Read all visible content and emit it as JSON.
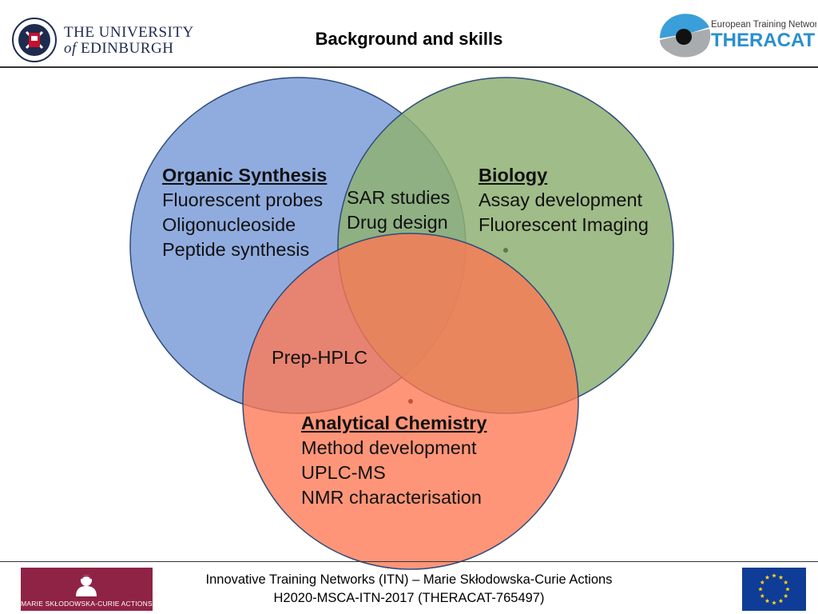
{
  "header": {
    "title": "Background and skills",
    "university_line1": "THE UNIVERSITY",
    "university_line2_of": "of",
    "university_line2": "EDINBURGH",
    "theracat_top": "European Training Network",
    "theracat_name": "THERACAT"
  },
  "venn": {
    "organic": {
      "heading": "Organic Synthesis",
      "items": [
        "Fluorescent probes",
        "Oligonucleoside",
        "Peptide synthesis"
      ],
      "color": "#7d9ed9"
    },
    "biology": {
      "heading": "Biology",
      "items": [
        "Assay development",
        "Fluorescent Imaging"
      ],
      "color": "#8fb073"
    },
    "analytical": {
      "heading": "Analytical Chemistry",
      "items": [
        "Method development",
        "UPLC-MS",
        "NMR characterisation"
      ],
      "color": "#ff7752"
    },
    "overlap_organic_biology": [
      "SAR studies",
      "Drug design"
    ],
    "overlap_organic_analytical": "Prep-HPLC"
  },
  "footer": {
    "line1": "Innovative Training Networks (ITN) – Marie Skłodowska-Curie Actions",
    "line2": "H2020-MSCA-ITN-2017 (THERACAT-765497)",
    "msca_label": "MARIE SKŁODOWSKA-CURIE ACTIONS"
  }
}
